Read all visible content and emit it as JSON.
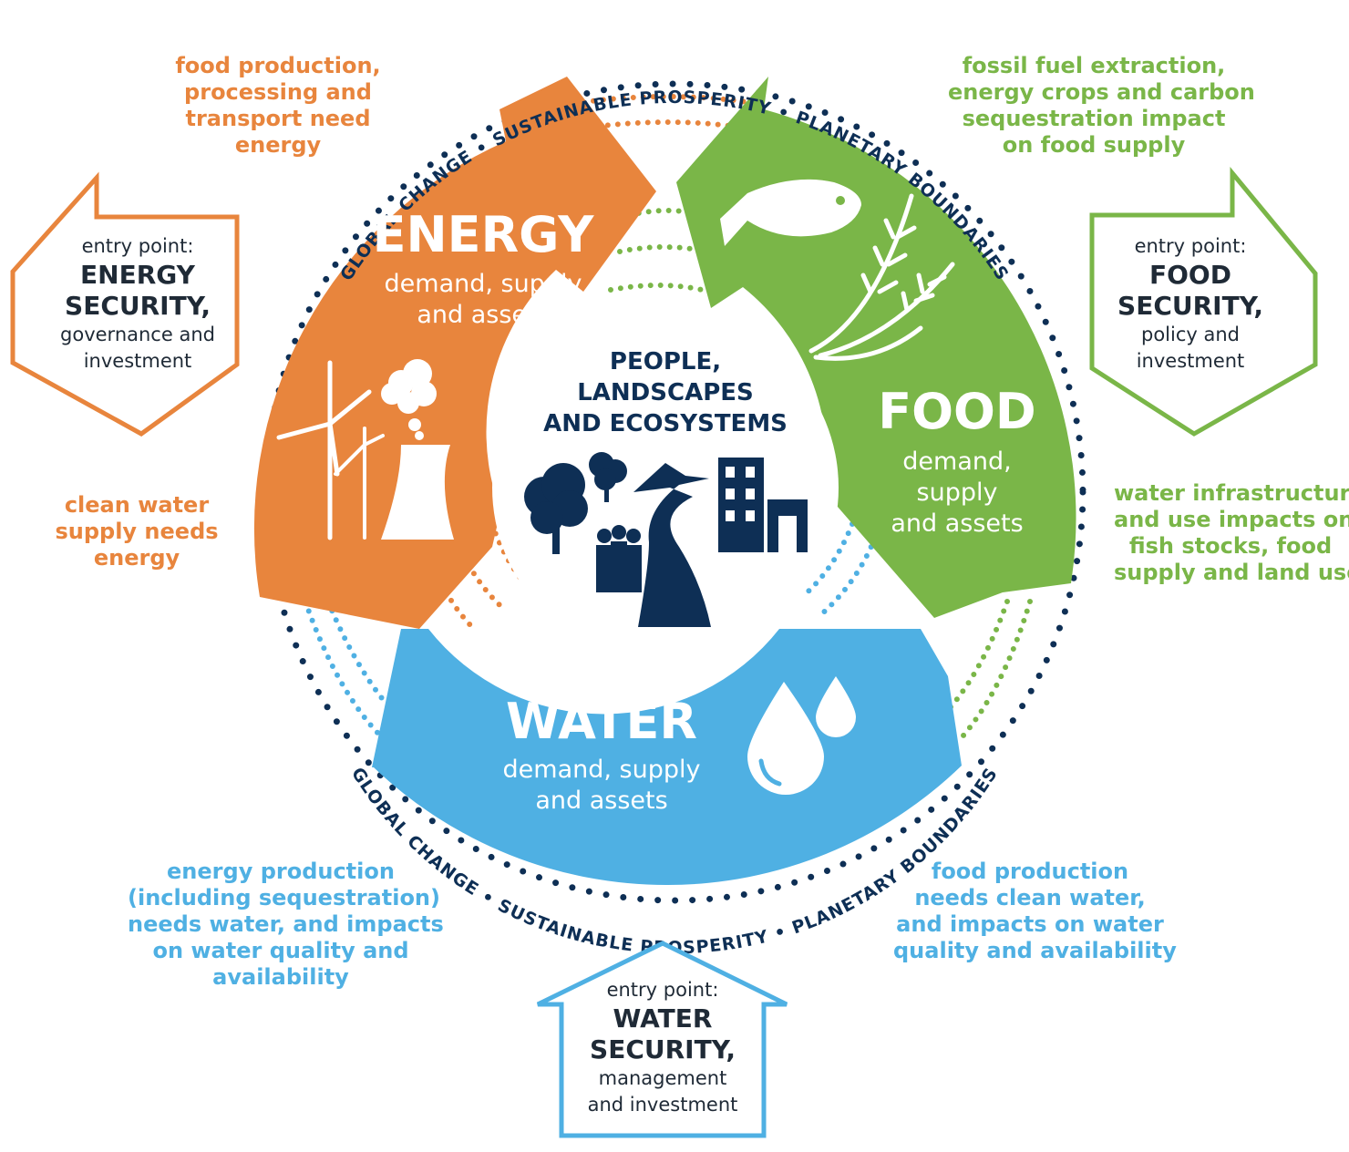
{
  "ring": {
    "top_text": "GLOBAL CHANGE • SUSTAINABLE PROSPERITY • PLANETARY BOUNDARIES",
    "bottom_text": "GLOBAL CHANGE • SUSTAINABLE PROSPERITY • PLANETARY BOUNDARIES"
  },
  "center": {
    "lines": [
      "PEOPLE,",
      "LANDSCAPES",
      "AND ECOSYSTEMS"
    ]
  },
  "energy": {
    "title": "ENERGY",
    "sub": [
      "demand, supply",
      "and assets"
    ],
    "color": "#e8853d"
  },
  "food": {
    "title": "FOOD",
    "sub": [
      "demand,",
      "supply",
      "and assets"
    ],
    "color": "#7ab648"
  },
  "water": {
    "title": "WATER",
    "sub": [
      "demand, supply",
      "and assets"
    ],
    "color": "#4fb0e3"
  },
  "entry_points": {
    "energy": {
      "lines": [
        "entry point:",
        "ENERGY",
        "SECURITY,",
        "governance and",
        "investment"
      ]
    },
    "food": {
      "lines": [
        "entry point:",
        "FOOD",
        "SECURITY,",
        "policy and",
        "investment"
      ]
    },
    "water": {
      "lines": [
        "entry point:",
        "WATER",
        "SECURITY,",
        "management",
        "and investment"
      ]
    }
  },
  "annotations": {
    "food_energy": [
      "food production,",
      "processing and",
      "transport need",
      "energy"
    ],
    "fossil_fuel": [
      "fossil fuel extraction,",
      "energy crops and carbon",
      "sequestration impact",
      "on food supply"
    ],
    "clean_water": [
      "clean water",
      "supply needs",
      "energy"
    ],
    "water_infra": [
      "water infrastructure",
      "and use impacts on",
      "fish stocks, food",
      "supply and land use"
    ],
    "energy_production": [
      "energy production",
      "(including sequestration)",
      "needs water, and impacts",
      "on water quality and",
      "availability"
    ],
    "food_water": [
      "food production",
      "needs clean water,",
      "and impacts on water",
      "quality and availability"
    ]
  },
  "colors": {
    "navy": "#0e2f55",
    "orange": "#e8853d",
    "green": "#7ab648",
    "blue": "#4fb0e3",
    "dark_text": "#1f2a36"
  }
}
